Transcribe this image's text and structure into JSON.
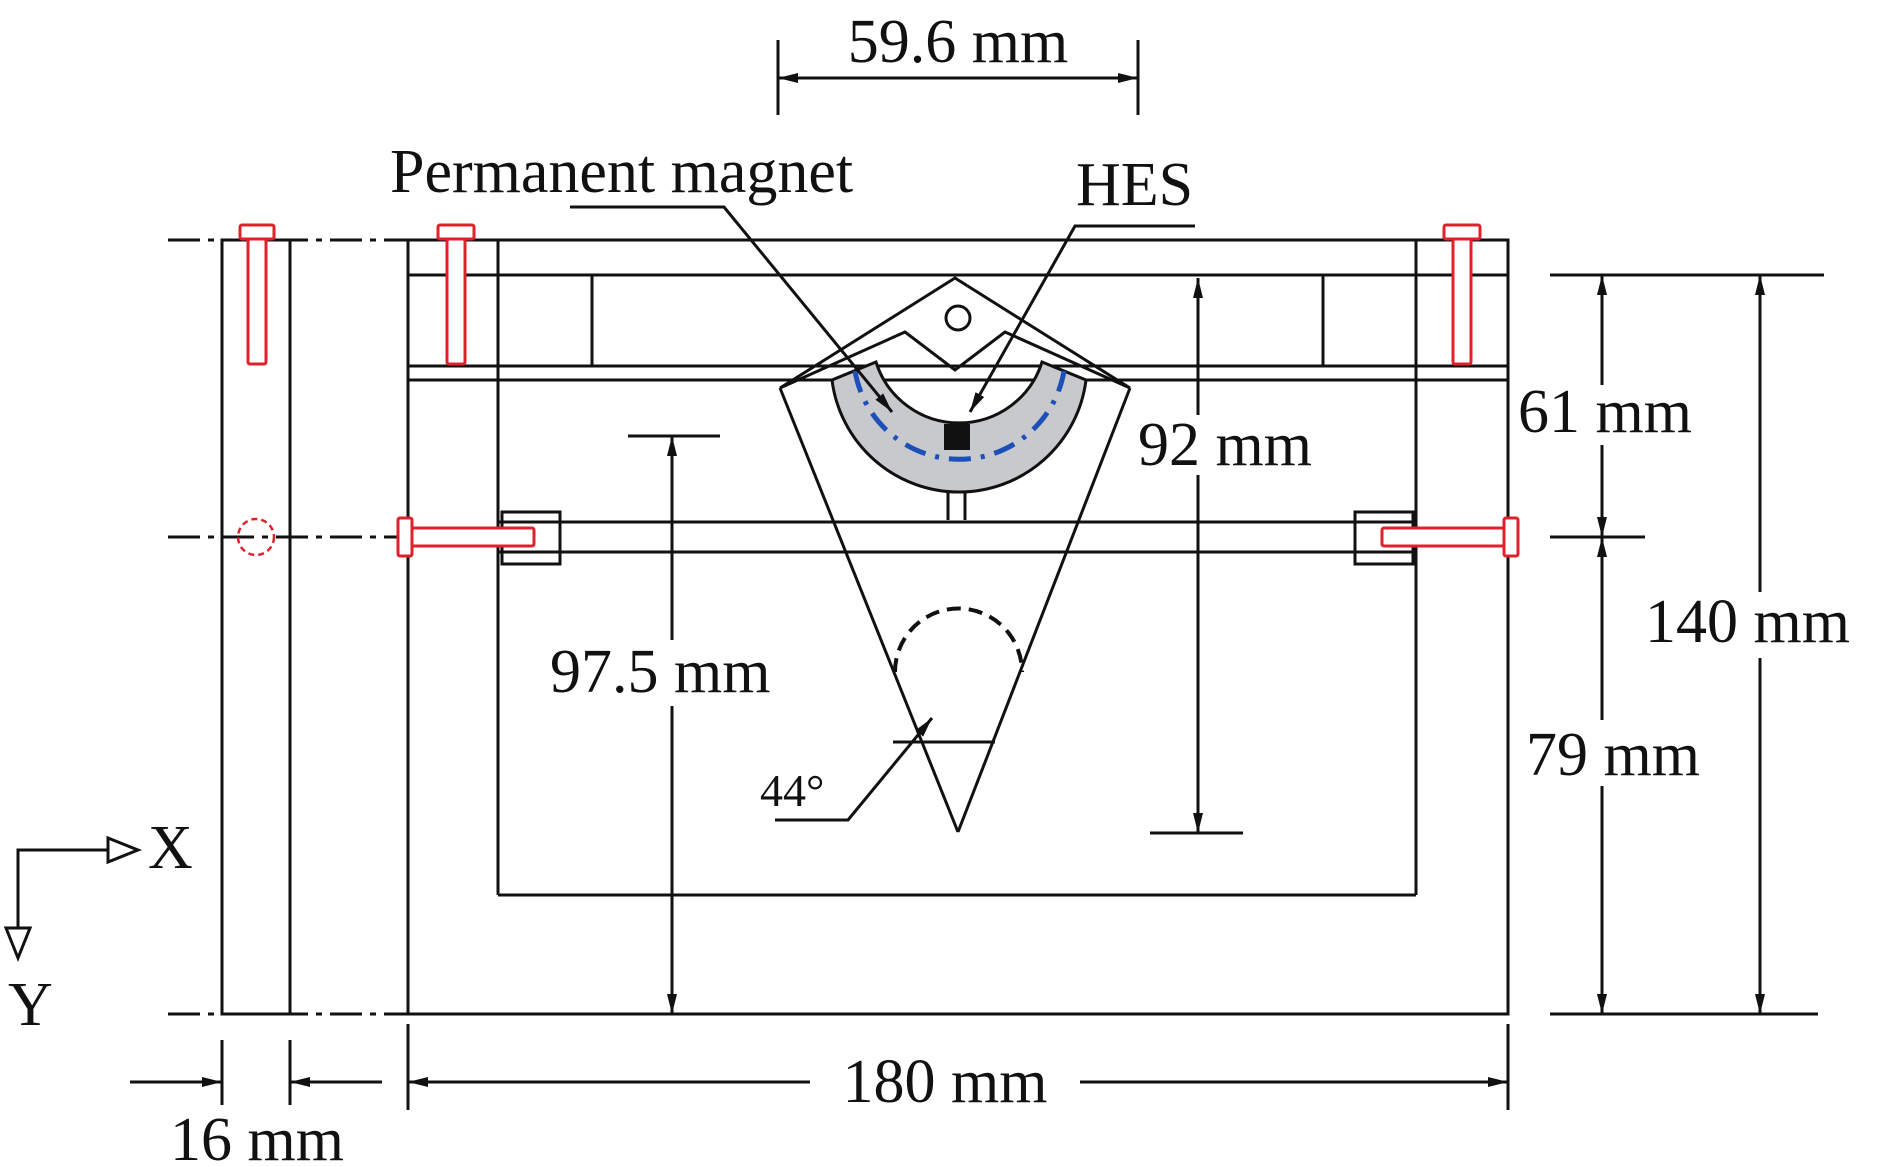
{
  "labels": {
    "dim_top": "59.6 mm",
    "permanent_magnet": "Permanent magnet",
    "hes": "HES",
    "dim_92": "92 mm",
    "dim_61": "61 mm",
    "dim_140": "140 mm",
    "dim_79": "79 mm",
    "dim_97_5": "97.5 mm",
    "angle": "44°",
    "dim_180": "180 mm",
    "dim_16": "16 mm",
    "axis_x": "X",
    "axis_y": "Y"
  },
  "colors": {
    "line": "#111111",
    "bolt": "#e0202a",
    "magnet_fill": "#c7c9cd",
    "magnet_dash": "#1d4fb8"
  },
  "icons": {
    "bolt": "bolt-icon",
    "arrow": "arrow-icon"
  }
}
